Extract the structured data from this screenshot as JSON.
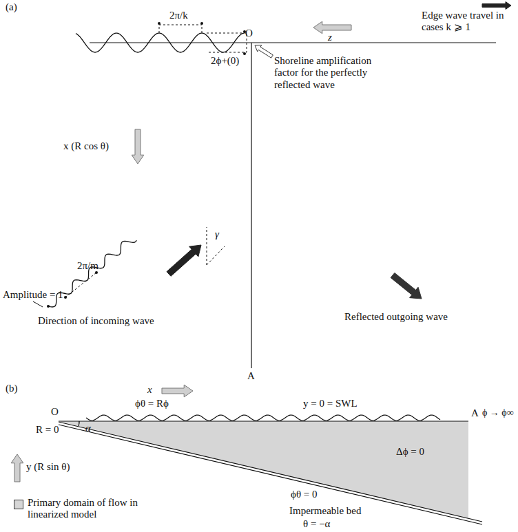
{
  "diagram": {
    "nodes": [],
    "edges": [],
    "labels": [
      "(a)",
      "Edge wave travel in cases k ⩾ 1",
      "z",
      "O",
      "2π/k",
      "2ϕ+(0)",
      "Shoreline amplification factor for the perfectly reflected wave",
      "x (R cos θ)",
      "2π/m",
      "γ",
      "Amplitude = 1",
      "Direction of incoming wave",
      "Reflected outgoing wave",
      "A",
      "(b)",
      "x",
      "ϕθ = Rϕ",
      "y = 0 = SWL",
      "A",
      "ϕ → ϕ∞",
      "O",
      "R = 0",
      "α",
      "y (R sin θ)",
      "Δϕ = 0",
      "ϕθ = 0",
      "Impermeable bed",
      "θ = −α"
    ],
    "legend": [
      {
        "text": "Primary domain of flow in linearized model",
        "color": "#d6d6d6"
      }
    ]
  }
}
